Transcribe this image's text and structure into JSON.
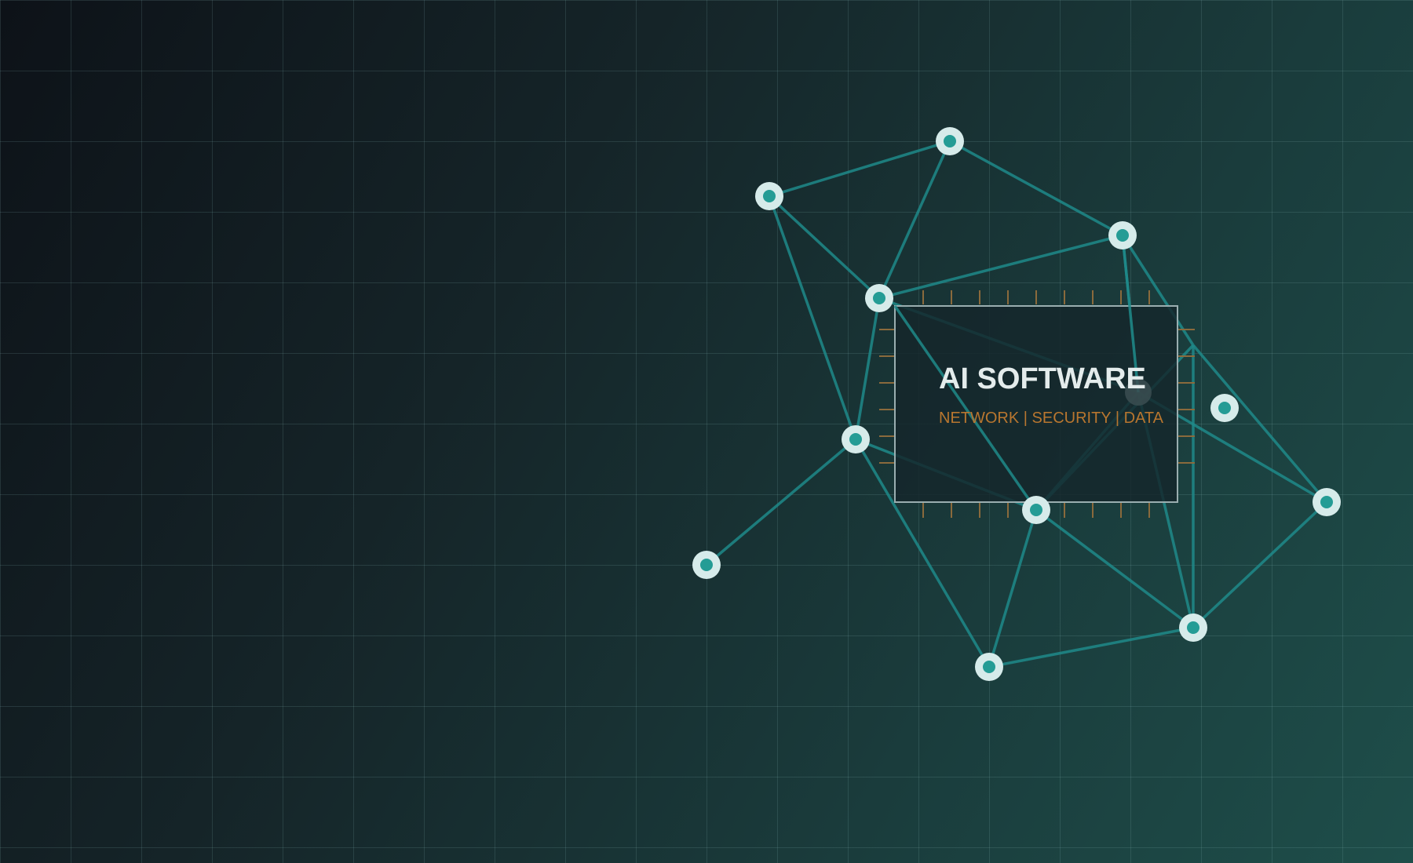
{
  "chip": {
    "title": "AI SOFTWARE",
    "subtitle": "NETWORK | SECURITY | DATA"
  },
  "colors": {
    "background_dark": "#0d1218",
    "background_teal": "#1e4e4a",
    "edge": "#1f8a8a",
    "node_ring": "#d6ebea",
    "node_core": "#249c95",
    "accent_orange": "#b8762f",
    "title_text": "#e4ecec"
  },
  "network": {
    "node_count": 12,
    "edge_count": 23
  }
}
